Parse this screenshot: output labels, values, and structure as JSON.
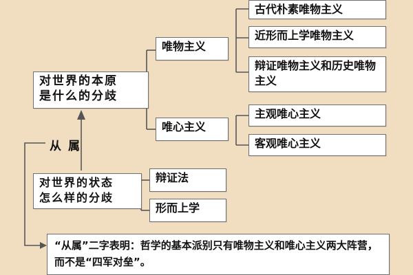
{
  "root1": {
    "line1": "对世界的本原",
    "line2": "是什么的分歧"
  },
  "root2": {
    "line1": "对世界的状态",
    "line2": "怎么样的分歧"
  },
  "relation_label": "从属",
  "materialism": {
    "label": "唯物主义",
    "items": [
      "古代朴素唯物主义",
      "近形而上学唯物主义",
      "辩证唯物主义和历史唯物主义"
    ]
  },
  "idealism": {
    "label": "唯心主义",
    "items": [
      "主观唯心主义",
      "客观唯心主义"
    ]
  },
  "state": {
    "items": [
      "辩证法",
      "形而上学"
    ]
  },
  "note": "“从属”二字表明：哲学的基本派别只有唯物主义和唯心主义两大阵营，而不是“四军对垒”。"
}
